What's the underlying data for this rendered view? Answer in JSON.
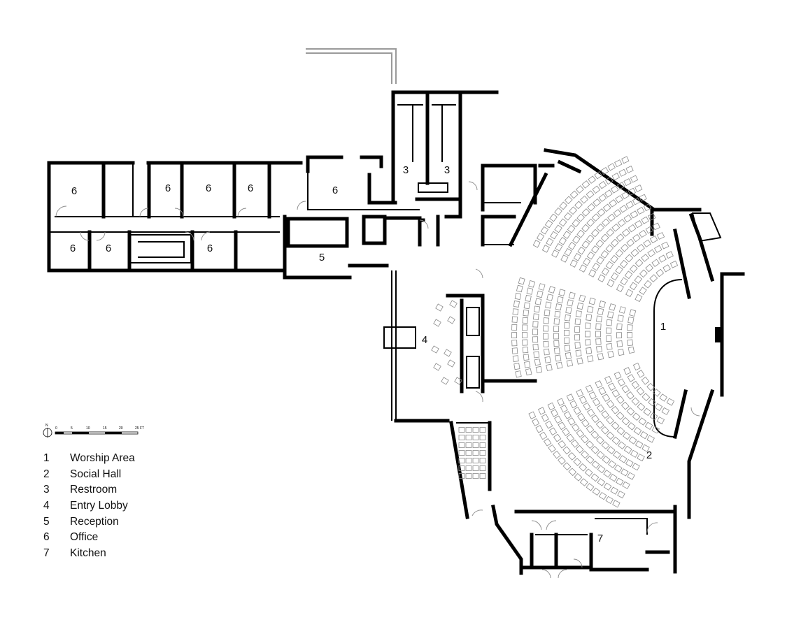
{
  "room_numbers": {
    "worship": "1",
    "social": "2",
    "restroom_a": "3",
    "restroom_b": "3",
    "lobby": "4",
    "reception": "5",
    "office_1": "6",
    "office_2": "6",
    "office_3": "6",
    "office_4": "6",
    "office_5": "6",
    "office_6": "6",
    "office_7": "6",
    "office_8": "6",
    "kitchen": "7"
  },
  "scale_bar": {
    "north": "N",
    "ticks": [
      "0",
      "5",
      "10",
      "15",
      "20",
      "25 FT"
    ]
  },
  "legend": [
    {
      "num": "1",
      "label": "Worship Area"
    },
    {
      "num": "2",
      "label": "Social Hall"
    },
    {
      "num": "3",
      "label": "Restroom"
    },
    {
      "num": "4",
      "label": "Entry Lobby"
    },
    {
      "num": "5",
      "label": "Reception"
    },
    {
      "num": "6",
      "label": "Office"
    },
    {
      "num": "7",
      "label": "Kitchen"
    }
  ],
  "colors": {
    "wall": "#000000",
    "furniture": "#7a7a7a",
    "background": "#ffffff"
  }
}
